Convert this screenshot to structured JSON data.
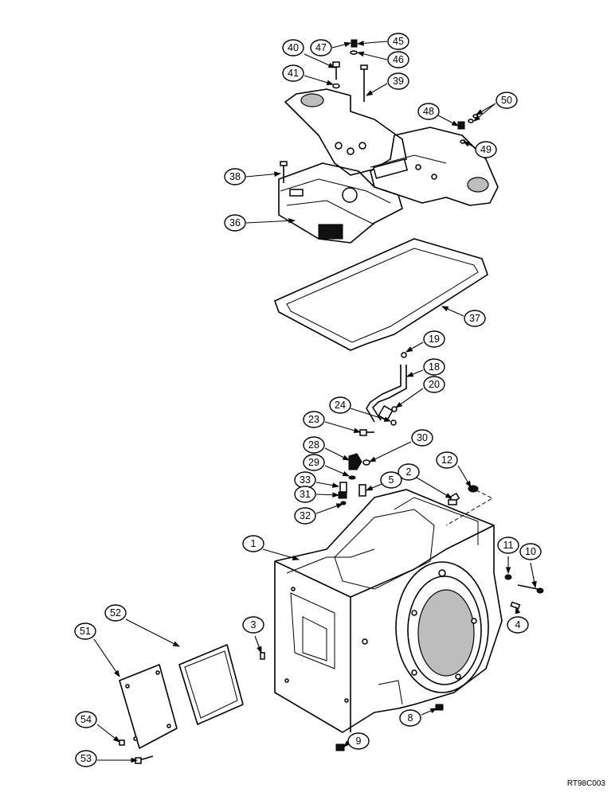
{
  "figure_code": "RT98C003",
  "callouts": [
    {
      "id": "40",
      "label": "40"
    },
    {
      "id": "47",
      "label": "47"
    },
    {
      "id": "45",
      "label": "45"
    },
    {
      "id": "46",
      "label": "46"
    },
    {
      "id": "41",
      "label": "41"
    },
    {
      "id": "39",
      "label": "39"
    },
    {
      "id": "48",
      "label": "48"
    },
    {
      "id": "50",
      "label": "50"
    },
    {
      "id": "49",
      "label": "49"
    },
    {
      "id": "38",
      "label": "38"
    },
    {
      "id": "36",
      "label": "36"
    },
    {
      "id": "37",
      "label": "37"
    },
    {
      "id": "19",
      "label": "19"
    },
    {
      "id": "18",
      "label": "18"
    },
    {
      "id": "20",
      "label": "20"
    },
    {
      "id": "24",
      "label": "24"
    },
    {
      "id": "23",
      "label": "23"
    },
    {
      "id": "28",
      "label": "28"
    },
    {
      "id": "30",
      "label": "30"
    },
    {
      "id": "29",
      "label": "29"
    },
    {
      "id": "12",
      "label": "12"
    },
    {
      "id": "2",
      "label": "2"
    },
    {
      "id": "33",
      "label": "33"
    },
    {
      "id": "5",
      "label": "5"
    },
    {
      "id": "31",
      "label": "31"
    },
    {
      "id": "32",
      "label": "32"
    },
    {
      "id": "1",
      "label": "1"
    },
    {
      "id": "11",
      "label": "11"
    },
    {
      "id": "10",
      "label": "10"
    },
    {
      "id": "52",
      "label": "52"
    },
    {
      "id": "51",
      "label": "51"
    },
    {
      "id": "3",
      "label": "3"
    },
    {
      "id": "4",
      "label": "4"
    },
    {
      "id": "54",
      "label": "54"
    },
    {
      "id": "8",
      "label": "8"
    },
    {
      "id": "9",
      "label": "9"
    },
    {
      "id": "53",
      "label": "53"
    }
  ]
}
